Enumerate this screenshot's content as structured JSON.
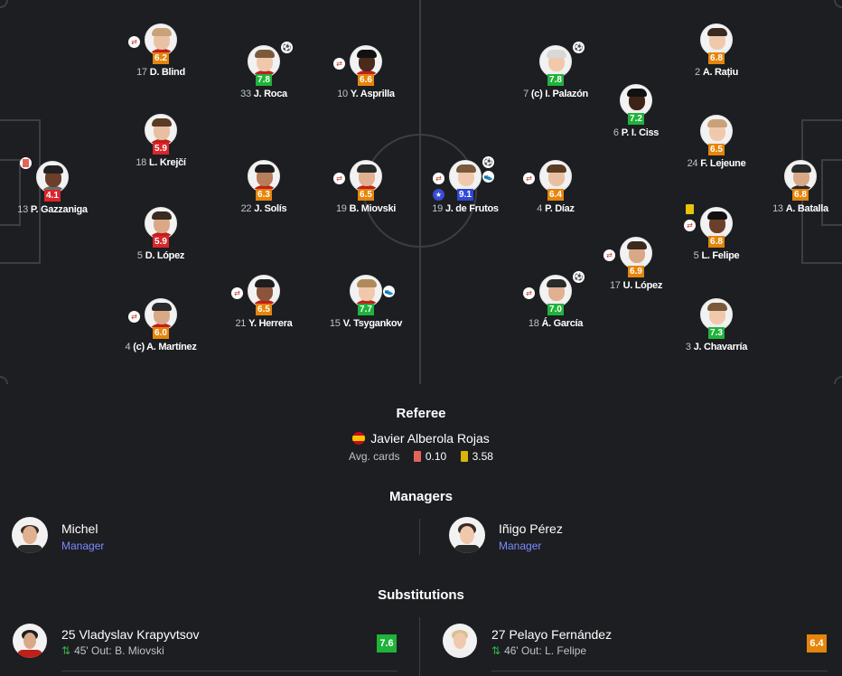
{
  "colors": {
    "green": "#1fb33b",
    "dark_green": "#0b8d2d",
    "orange": "#e5850b",
    "yellow": "#d9b40c",
    "red": "#d9262a",
    "blue": "#2f48d6",
    "accent": "#7b8cff"
  },
  "home_players": [
    {
      "num": "13",
      "name": "P. Gazzaniga",
      "rating": "4.1",
      "color": "red",
      "badges": [
        "red-card"
      ],
      "hair": "#222",
      "skin": "#6b3f2a",
      "shirt": "#6b6b6b"
    },
    {
      "num": "17",
      "name": "D. Blind",
      "rating": "6.2",
      "color": "orange",
      "badges": [
        "sub"
      ],
      "hair": "#c9a27a",
      "skin": "#e9c2a6",
      "shirt": "#c0201b"
    },
    {
      "num": "18",
      "name": "L. Krejčí",
      "rating": "5.9",
      "color": "red",
      "badges": [],
      "hair": "#5a3b24",
      "skin": "#e8bfa0",
      "shirt": "#c0201b"
    },
    {
      "num": "5",
      "name": "D. López",
      "rating": "5.9",
      "color": "red",
      "badges": [],
      "hair": "#3b2a20",
      "skin": "#d9a987",
      "shirt": "#c0201b"
    },
    {
      "num": "4",
      "name": "(c) A. Martínez",
      "rating": "6.0",
      "color": "orange",
      "badges": [
        "sub"
      ],
      "hair": "#2b2b2b",
      "skin": "#d9a987",
      "shirt": "#c0201b"
    },
    {
      "num": "33",
      "name": "J. Roca",
      "rating": "7.8",
      "color": "green",
      "badges": [
        "goal"
      ],
      "hair": "#7a5a3a",
      "skin": "#f0c9ad",
      "shirt": "#c0201b"
    },
    {
      "num": "22",
      "name": "J. Solís",
      "rating": "6.3",
      "color": "orange",
      "badges": [],
      "hair": "#1e1e1e",
      "skin": "#b87d5a",
      "shirt": "#c0201b"
    },
    {
      "num": "21",
      "name": "Y. Herrera",
      "rating": "6.5",
      "color": "orange",
      "badges": [
        "sub"
      ],
      "hair": "#1e1e1e",
      "skin": "#8a553a",
      "shirt": "#c0201b"
    },
    {
      "num": "10",
      "name": "Y. Asprilla",
      "rating": "6.6",
      "color": "orange",
      "badges": [
        "sub"
      ],
      "hair": "#111",
      "skin": "#4a2a1c",
      "shirt": "#c0201b"
    },
    {
      "num": "19",
      "name": "B. Miovski",
      "rating": "6.5",
      "color": "orange",
      "badges": [
        "sub"
      ],
      "hair": "#2b2b2b",
      "skin": "#e0b090",
      "shirt": "#c0201b"
    },
    {
      "num": "15",
      "name": "V. Tsygankov",
      "rating": "7.7",
      "color": "green",
      "badges": [
        "boot"
      ],
      "hair": "#b08a5a",
      "skin": "#f0c9ad",
      "shirt": "#c0201b"
    }
  ],
  "away_players": [
    {
      "num": "19",
      "name": "J. de Frutos",
      "rating": "9.1",
      "color": "blue",
      "badges": [
        "sub",
        "goal",
        "boot",
        "star"
      ],
      "hair": "#7a5a3a",
      "skin": "#f0c9ad",
      "shirt": "#eeeeee"
    },
    {
      "num": "7",
      "name": "(c) I. Palazón",
      "rating": "7.8",
      "color": "green",
      "badges": [
        "goal"
      ],
      "hair": "#d8d8d8",
      "skin": "#f0c9ad",
      "shirt": "#eeeeee"
    },
    {
      "num": "4",
      "name": "P. Díaz",
      "rating": "6.4",
      "color": "orange",
      "badges": [
        "sub"
      ],
      "hair": "#5a3b24",
      "skin": "#e8bfa0",
      "shirt": "#eeeeee"
    },
    {
      "num": "18",
      "name": "Á. García",
      "rating": "7.0",
      "color": "green",
      "badges": [
        "sub",
        "goal"
      ],
      "hair": "#2b2b2b",
      "skin": "#e0b090",
      "shirt": "#eeeeee"
    },
    {
      "num": "6",
      "name": "P. I. Ciss",
      "rating": "7.2",
      "color": "green",
      "badges": [],
      "hair": "#111",
      "skin": "#3e2418",
      "shirt": "#eeeeee"
    },
    {
      "num": "17",
      "name": "U. López",
      "rating": "6.9",
      "color": "orange",
      "badges": [
        "sub"
      ],
      "hair": "#3b2a20",
      "skin": "#d9a987",
      "shirt": "#eeeeee"
    },
    {
      "num": "2",
      "name": "A. Rațiu",
      "rating": "6.8",
      "color": "orange",
      "badges": [],
      "hair": "#3b2a20",
      "skin": "#f0c9ad",
      "shirt": "#eeeeee"
    },
    {
      "num": "24",
      "name": "F. Lejeune",
      "rating": "6.5",
      "color": "orange",
      "badges": [],
      "hair": "#c9a27a",
      "skin": "#f0c9ad",
      "shirt": "#eeeeee"
    },
    {
      "num": "5",
      "name": "L. Felipe",
      "rating": "6.8",
      "color": "orange",
      "badges": [
        "yellow",
        "sub"
      ],
      "hair": "#111",
      "skin": "#6b3f2a",
      "shirt": "#eeeeee"
    },
    {
      "num": "3",
      "name": "J. Chavarría",
      "rating": "7.3",
      "color": "green",
      "badges": [],
      "hair": "#7a5a3a",
      "skin": "#f0c9ad",
      "shirt": "#eeeeee"
    },
    {
      "num": "13",
      "name": "A. Batalla",
      "rating": "6.8",
      "color": "orange",
      "badges": [],
      "hair": "#2b2b2b",
      "skin": "#d9a987",
      "shirt": "#2b2b2b"
    }
  ],
  "referee": {
    "title": "Referee",
    "name": "Javier Alberola Rojas",
    "avg_label": "Avg. cards",
    "red_avg": "0.10",
    "yellow_avg": "3.58"
  },
  "managers": {
    "title": "Managers",
    "home": {
      "name": "Michel",
      "role": "Manager"
    },
    "away": {
      "name": "Iñigo Pérez",
      "role": "Manager"
    }
  },
  "substitutions": {
    "title": "Substitutions",
    "home": {
      "name": "25 Vladyslav Krapyvtsov",
      "minute": "45'",
      "out_label": "Out:",
      "out_player": "B. Miovski",
      "rating": "7.6"
    },
    "away": {
      "name": "27 Pelayo Fernández",
      "minute": "46'",
      "out_label": "Out:",
      "out_player": "L. Felipe",
      "rating": "6.4"
    }
  }
}
